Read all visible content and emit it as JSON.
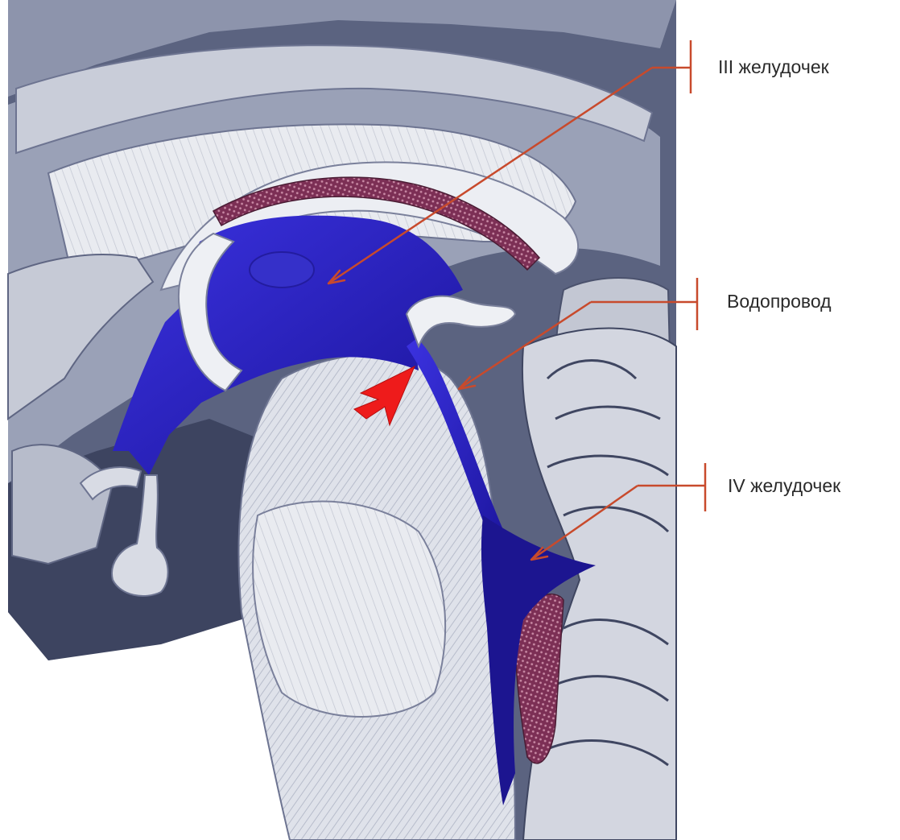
{
  "labels": [
    {
      "id": "third-ventricle",
      "text": "III желудочек"
    },
    {
      "id": "aqueduct",
      "text": "Водопровод"
    },
    {
      "id": "fourth-ventricle",
      "text": "IV желудочек"
    }
  ],
  "colors": {
    "ventricle": "#2a1fd0",
    "ventricle_dark": "#15108a",
    "tissue": "#e6e7ec",
    "cortex": "#aab0c4",
    "cortex_dark": "#4d5570",
    "leader": "#c84a2c",
    "arrow": "#ee1b1b",
    "choroid": "#8a3a5e"
  },
  "icons": {
    "red_arrow": "red-arrowhead-icon"
  }
}
